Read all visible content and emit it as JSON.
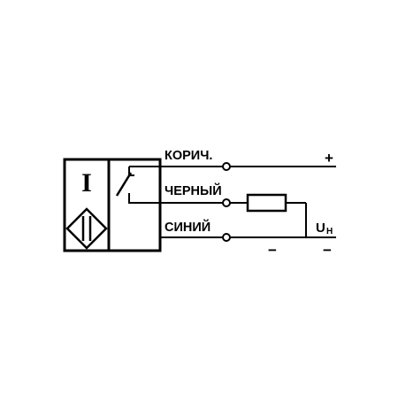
{
  "diagram": {
    "sensor_symbol": "I",
    "wires": [
      {
        "label": "КОРИЧ.",
        "sign": "+"
      },
      {
        "label": "ЧЕРНЫЙ",
        "sign": ""
      },
      {
        "label": "СИНИЙ",
        "sign": "−"
      }
    ],
    "supply": {
      "main": "U",
      "subscript": "H",
      "sign": "−"
    }
  }
}
